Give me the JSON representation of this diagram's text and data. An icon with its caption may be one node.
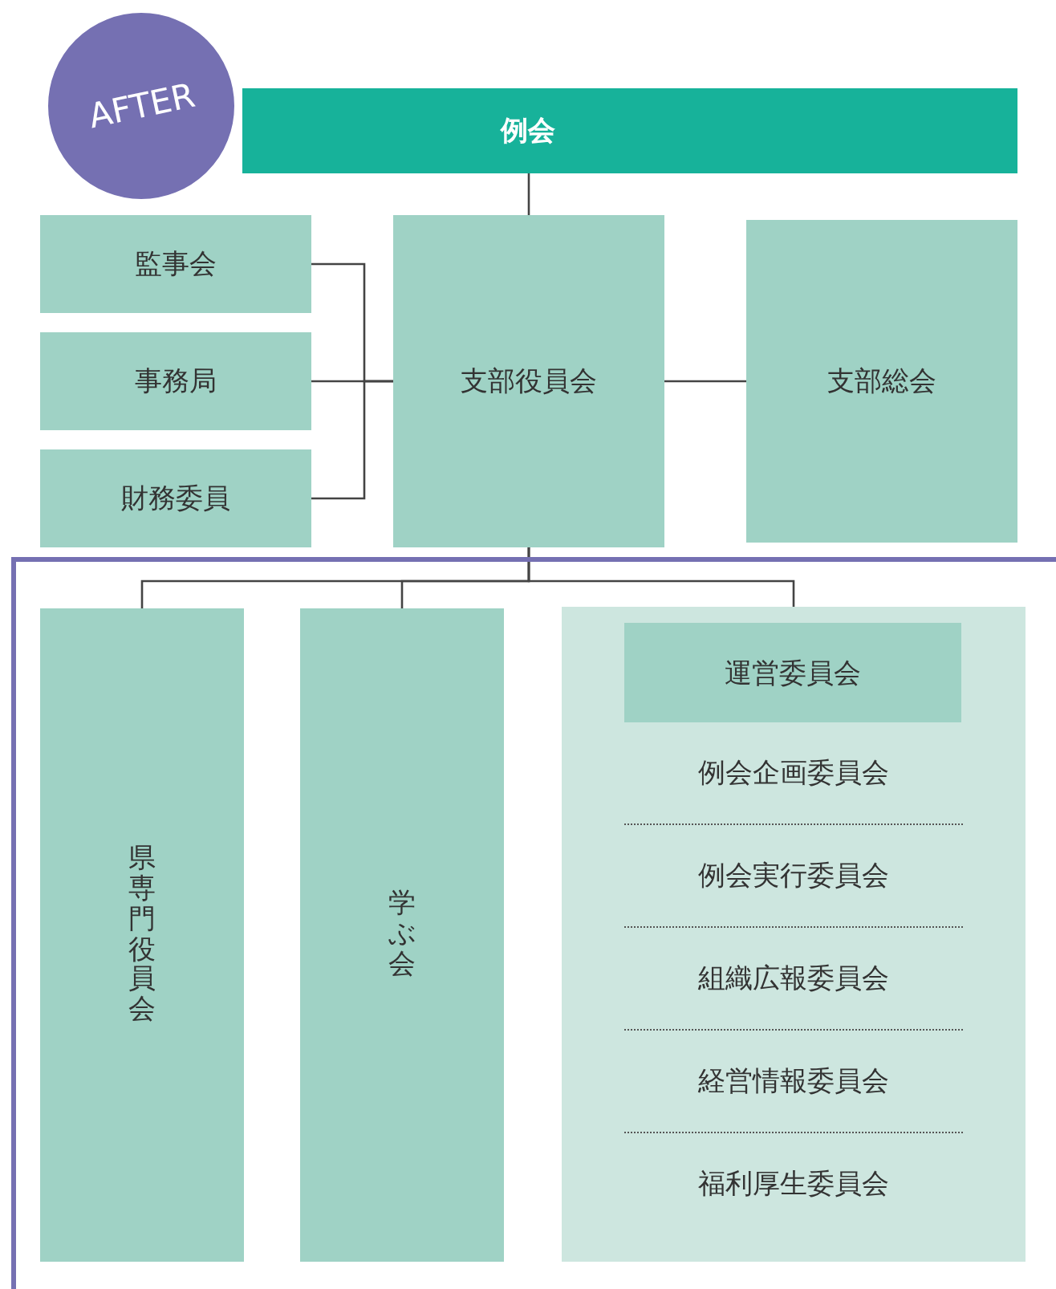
{
  "diagram": {
    "nodes": [
      {
        "text": [
          "例会"
        ]
      },
      {
        "text": [
          "AFTER"
        ]
      },
      {
        "text": [
          "監事会"
        ]
      },
      {
        "text": [
          "事務局"
        ]
      },
      {
        "text": [
          "財務委員"
        ]
      },
      {
        "text": [
          "支部役員会"
        ]
      },
      {
        "text": [
          "支部総会"
        ]
      },
      {
        "text": [],
        "shape": "box"
      },
      {
        "text": [
          "県専門役員会"
        ],
        "in": 7
      },
      {
        "text": [
          "学ぶ会"
        ],
        "in": 7
      },
      {
        "text": [
          "例会企画委員会",
          "例会実行委員会",
          "組織広報委員会",
          "経営情報委員会",
          "福利厚生委員会"
        ],
        "in": 7
      },
      {
        "text": [
          "運営委員会"
        ],
        "in": 10
      }
    ],
    "edges": [
      {
        "from": 0,
        "to": 5,
        "arrow": "none"
      },
      {
        "from": 2,
        "to": 5,
        "arrow": "none"
      },
      {
        "from": 3,
        "to": 5,
        "arrow": "none"
      },
      {
        "from": 4,
        "to": 5,
        "arrow": "none"
      },
      {
        "from": 5,
        "to": 6,
        "arrow": "none"
      },
      {
        "from": 5,
        "to": 8,
        "arrow": "none"
      },
      {
        "from": 5,
        "to": 9,
        "arrow": "none"
      },
      {
        "from": 5,
        "to": 10,
        "arrow": "none"
      }
    ]
  }
}
